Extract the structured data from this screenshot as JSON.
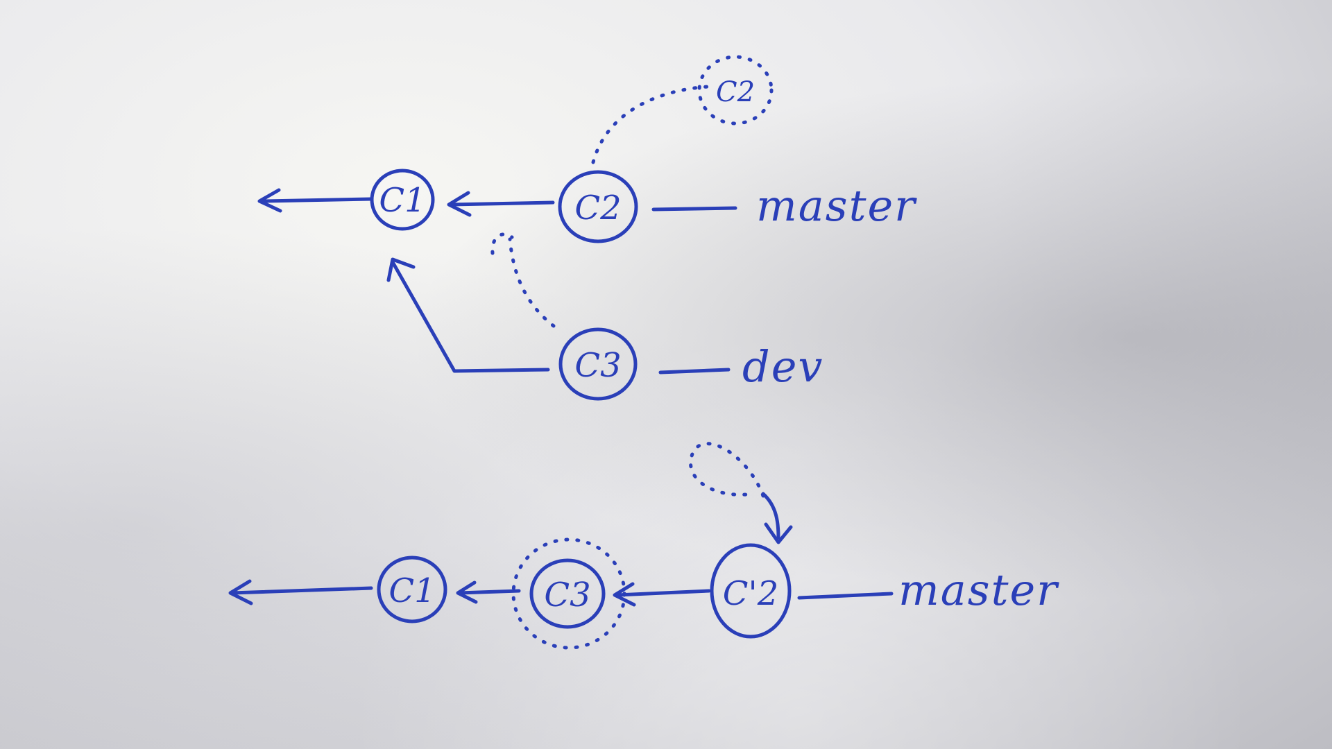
{
  "ink_color": "#2a3fb8",
  "paper_color": "#e9e9ec",
  "top_diagram": {
    "nodes": {
      "c1": "C1",
      "c2": "C2",
      "c3": "C3",
      "c2_ghost": "C2"
    },
    "branches": {
      "master": "master",
      "dev": "dev"
    }
  },
  "bottom_diagram": {
    "nodes": {
      "c1": "C1",
      "c3": "C3",
      "c2_prime": "C'2"
    },
    "branches": {
      "master": "master"
    }
  }
}
